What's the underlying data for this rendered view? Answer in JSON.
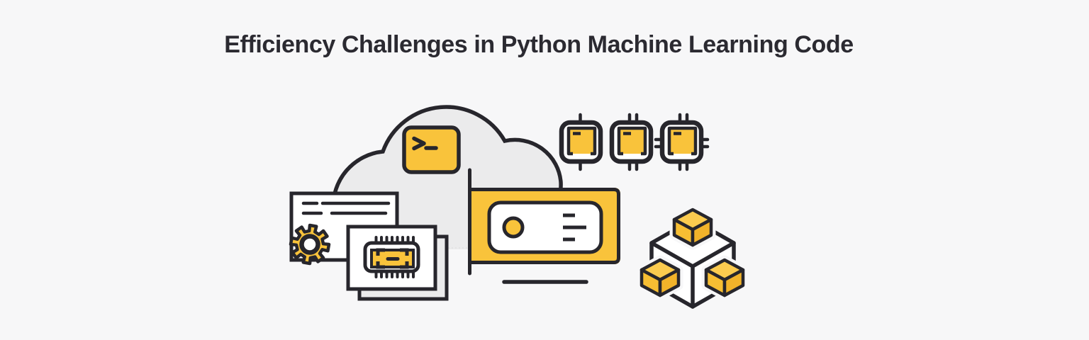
{
  "title": "Efficiency Challenges in Python Machine Learning Code",
  "colors": {
    "background": "#F7F7F8",
    "outline": "#27262C",
    "accent": "#F9C33B",
    "cube_top": "#FBCB4F",
    "cube_left": "#F7BE33",
    "cube_right": "#F2B32A",
    "cloud": "#EBEBEC",
    "card_shadow": "#EBEBEC",
    "surface": "#FFFFFF",
    "title_text": "#2B2A31"
  },
  "illustration": {
    "icons": [
      {
        "name": "cloud-icon",
        "meaning": "cloud computing"
      },
      {
        "name": "terminal-icon",
        "meaning": "command line window with prompt"
      },
      {
        "name": "certificate-icon",
        "meaning": "document with text lines and gear seal"
      },
      {
        "name": "gear-icon",
        "meaning": "settings gear on certificate"
      },
      {
        "name": "chip-card-icon",
        "meaning": "stacked cards with CPU chip"
      },
      {
        "name": "gpu-card-icon",
        "meaning": "graphics accelerator card"
      },
      {
        "name": "processor-chip-icon-1",
        "meaning": "microchip with one pin pair"
      },
      {
        "name": "processor-chip-icon-2",
        "meaning": "microchip with two pin pairs"
      },
      {
        "name": "processor-chip-icon-3",
        "meaning": "microchip with pins on all sides"
      },
      {
        "name": "blockchain-cubes-icon",
        "meaning": "modular cubes / distributed blocks"
      }
    ]
  }
}
